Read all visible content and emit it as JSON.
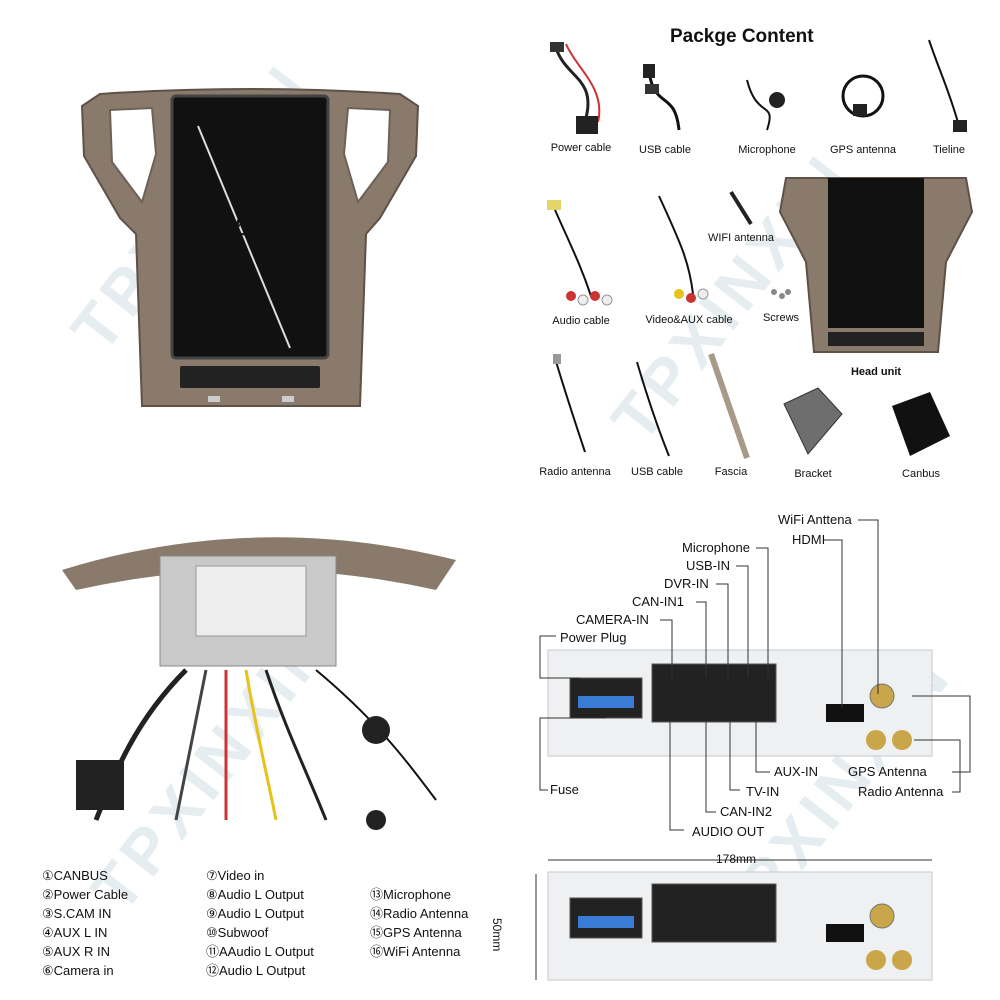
{
  "watermark": "TPXINXIN",
  "head_unit": {
    "screen_size_label": "13.6 inch"
  },
  "package": {
    "title": "Packge Content",
    "items": [
      {
        "label": "Power cable"
      },
      {
        "label": "USB cable"
      },
      {
        "label": "Microphone"
      },
      {
        "label": "GPS antenna"
      },
      {
        "label": "Tieline"
      },
      {
        "label": "Audio cable"
      },
      {
        "label": "Video&AUX cable"
      },
      {
        "label": "WIFI antenna"
      },
      {
        "label": "Screws"
      },
      {
        "label": "Head unit"
      },
      {
        "label": "Radio antenna"
      },
      {
        "label": "USB cable"
      },
      {
        "label": "Fascia"
      },
      {
        "label": "Bracket"
      },
      {
        "label": "Canbus"
      }
    ]
  },
  "wiring": {
    "legend": [
      [
        "①CANBUS",
        "②Power Cable",
        "③S.CAM IN",
        "④AUX L IN",
        "⑤AUX R IN",
        "⑥Camera in"
      ],
      [
        "⑦Video in",
        "⑧Audio L Output",
        "⑨Audio L Output",
        "⑩Subwoof",
        "⑪AAudio L Output",
        "⑫Audio L Output"
      ],
      [
        "⑬Microphone",
        "⑭Radio Antenna",
        "⑮GPS Antenna",
        "⑯WiFi Antenna"
      ]
    ]
  },
  "back_panel": {
    "top_labels": {
      "wifi": "WiFi Anttena",
      "hdmi": "HDMI",
      "microphone": "Microphone",
      "usb_in": "USB-IN",
      "dvr_in": "DVR-IN",
      "can_in1": "CAN-IN1",
      "camera_in": "CAMERA-IN",
      "power_plug": "Power Plug"
    },
    "bottom_labels": {
      "fuse": "Fuse",
      "aux_in": "AUX-IN",
      "tv_in": "TV-IN",
      "can_in2": "CAN-IN2",
      "audio_out": "AUDIO OUT",
      "gps_antenna": "GPS Antenna",
      "radio_antenna": "Radio Antenna"
    },
    "dimensions": {
      "width": "178mm",
      "height": "50mm"
    }
  }
}
